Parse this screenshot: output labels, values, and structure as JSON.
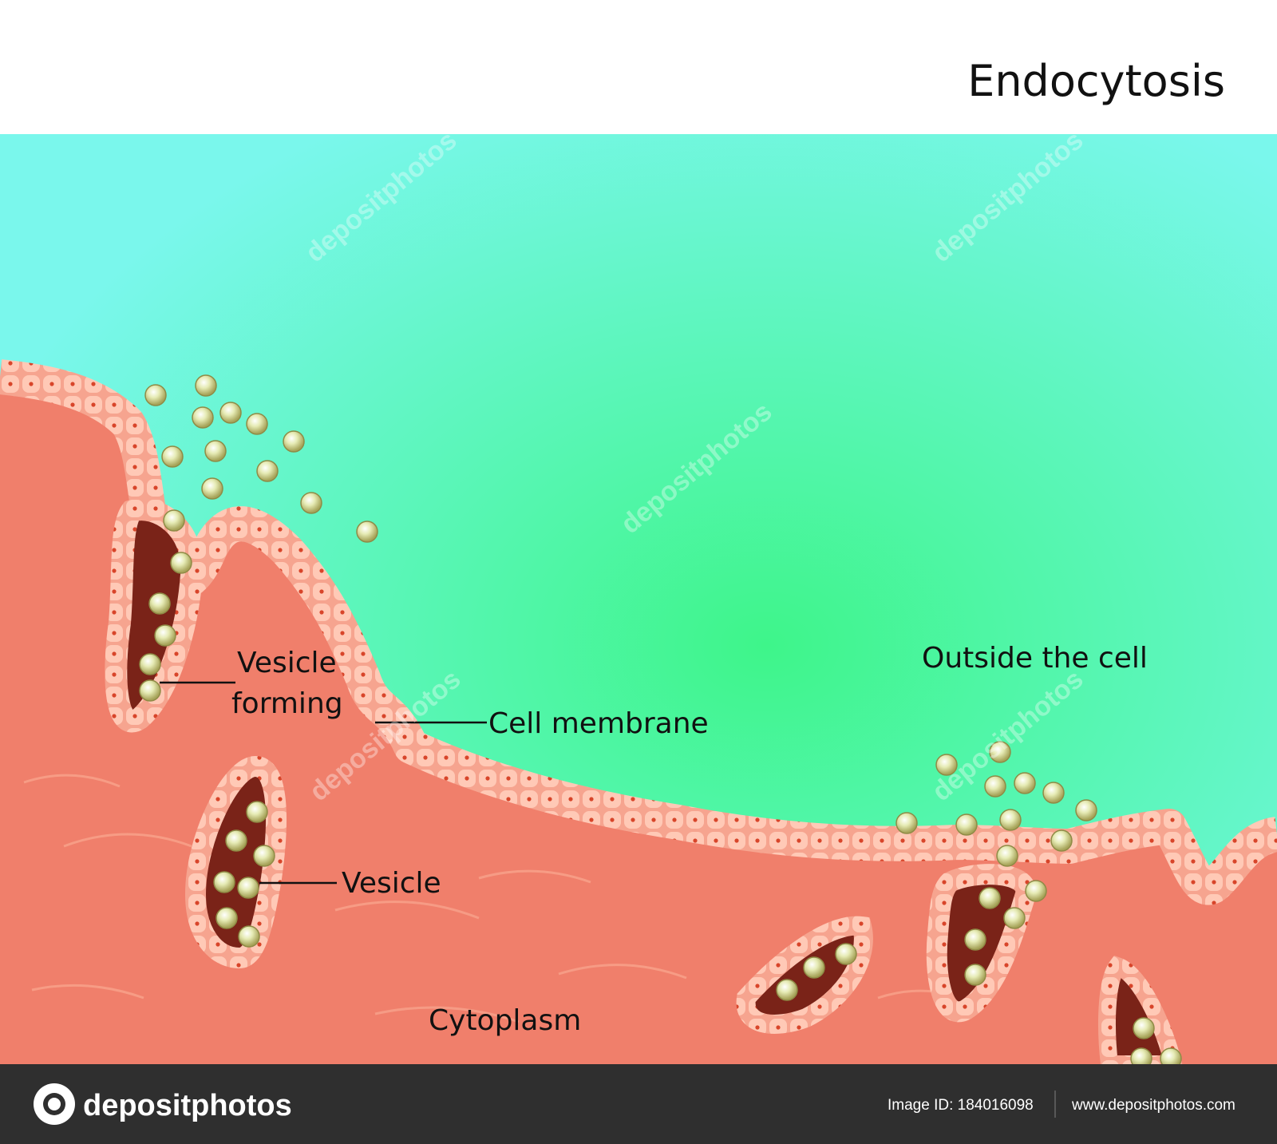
{
  "title": "Endocytosis",
  "labels": {
    "outside": "Outside the cell",
    "membrane": "Cell membrane",
    "vesicle_forming_line1": "Vesicle",
    "vesicle_forming_line2": "forming",
    "vesicle": "Vesicle",
    "cytoplasm": "Cytoplasm"
  },
  "colors": {
    "extracellular_center": "#3ef58a",
    "extracellular_edge": "#7af7ec",
    "cytoplasm": "#f07f6b",
    "membrane": "#f6a48f",
    "vesicle_lumen": "#7a2318",
    "particle": "#d9e3a0",
    "footer": "#2f2f2f"
  },
  "footer": {
    "brand": "depositphotos",
    "image_id": "Image ID: 184016098",
    "url": "www.depositphotos.com"
  },
  "watermark": "depositphotos"
}
